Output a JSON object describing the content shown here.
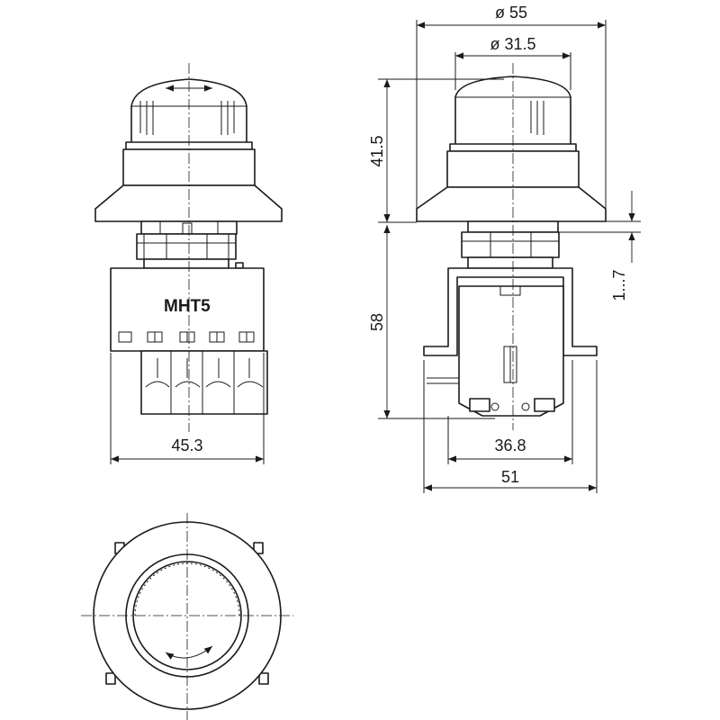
{
  "dimensions": {
    "top_outer_diameter": "ø 55",
    "top_inner_diameter": "ø 31.5",
    "head_height": "41.5",
    "body_height": "58",
    "panel_thickness": "1...7",
    "front_width": "45.3",
    "body_width": "36.8",
    "bracket_width": "51"
  },
  "labels": {
    "model": "MHT5"
  }
}
